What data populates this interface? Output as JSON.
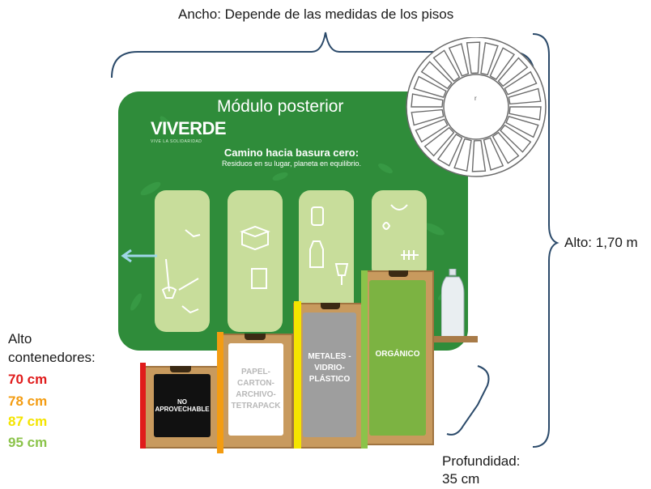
{
  "dimensions": {
    "width_label": "Ancho: Depende de las medidas de los pisos",
    "height_label": "Alto: 1,70 m",
    "depth_label_line1": "Profundidad:",
    "depth_label_line2": "35 cm"
  },
  "back_module": {
    "title": "Módulo posterior",
    "logo": "VIVERDE",
    "logo_tagline": "VIVE LA SOLIDARIDAD",
    "slogan": "Camino hacia basura cero:",
    "slogan_sub": "Residuos en su lugar, planeta en equilibrio.",
    "color": "#2f8c3a"
  },
  "containers": [
    {
      "label": "NO APROVECHABLE",
      "height": "70 cm",
      "color": "#e01b1b",
      "front_color": "#111111"
    },
    {
      "label": "PAPEL-CARTON-ARCHIVO-TETRAPACK",
      "height": "78 cm",
      "color": "#f39c12",
      "front_color": "#ffffff"
    },
    {
      "label": "METALES -VIDRIO-PLÁSTICO",
      "height": "87 cm",
      "color": "#f4e400",
      "front_color": "#9e9e9e"
    },
    {
      "label": "ORGÁNICO",
      "height": "95 cm",
      "color": "#8bc34a",
      "front_color": "#7cb342"
    }
  ],
  "legend": {
    "title_line1": "Alto",
    "title_line2": "contenedores:"
  },
  "icons": [
    "shoe-icon",
    "broom-icon",
    "box-icon",
    "paper-icon",
    "can-icon",
    "bag-icon",
    "glass-icon",
    "apple-core-icon",
    "banana-peel-icon",
    "fish-bone-icon",
    "bottle-icon",
    "fan-icon",
    "arrow-left-icon"
  ]
}
